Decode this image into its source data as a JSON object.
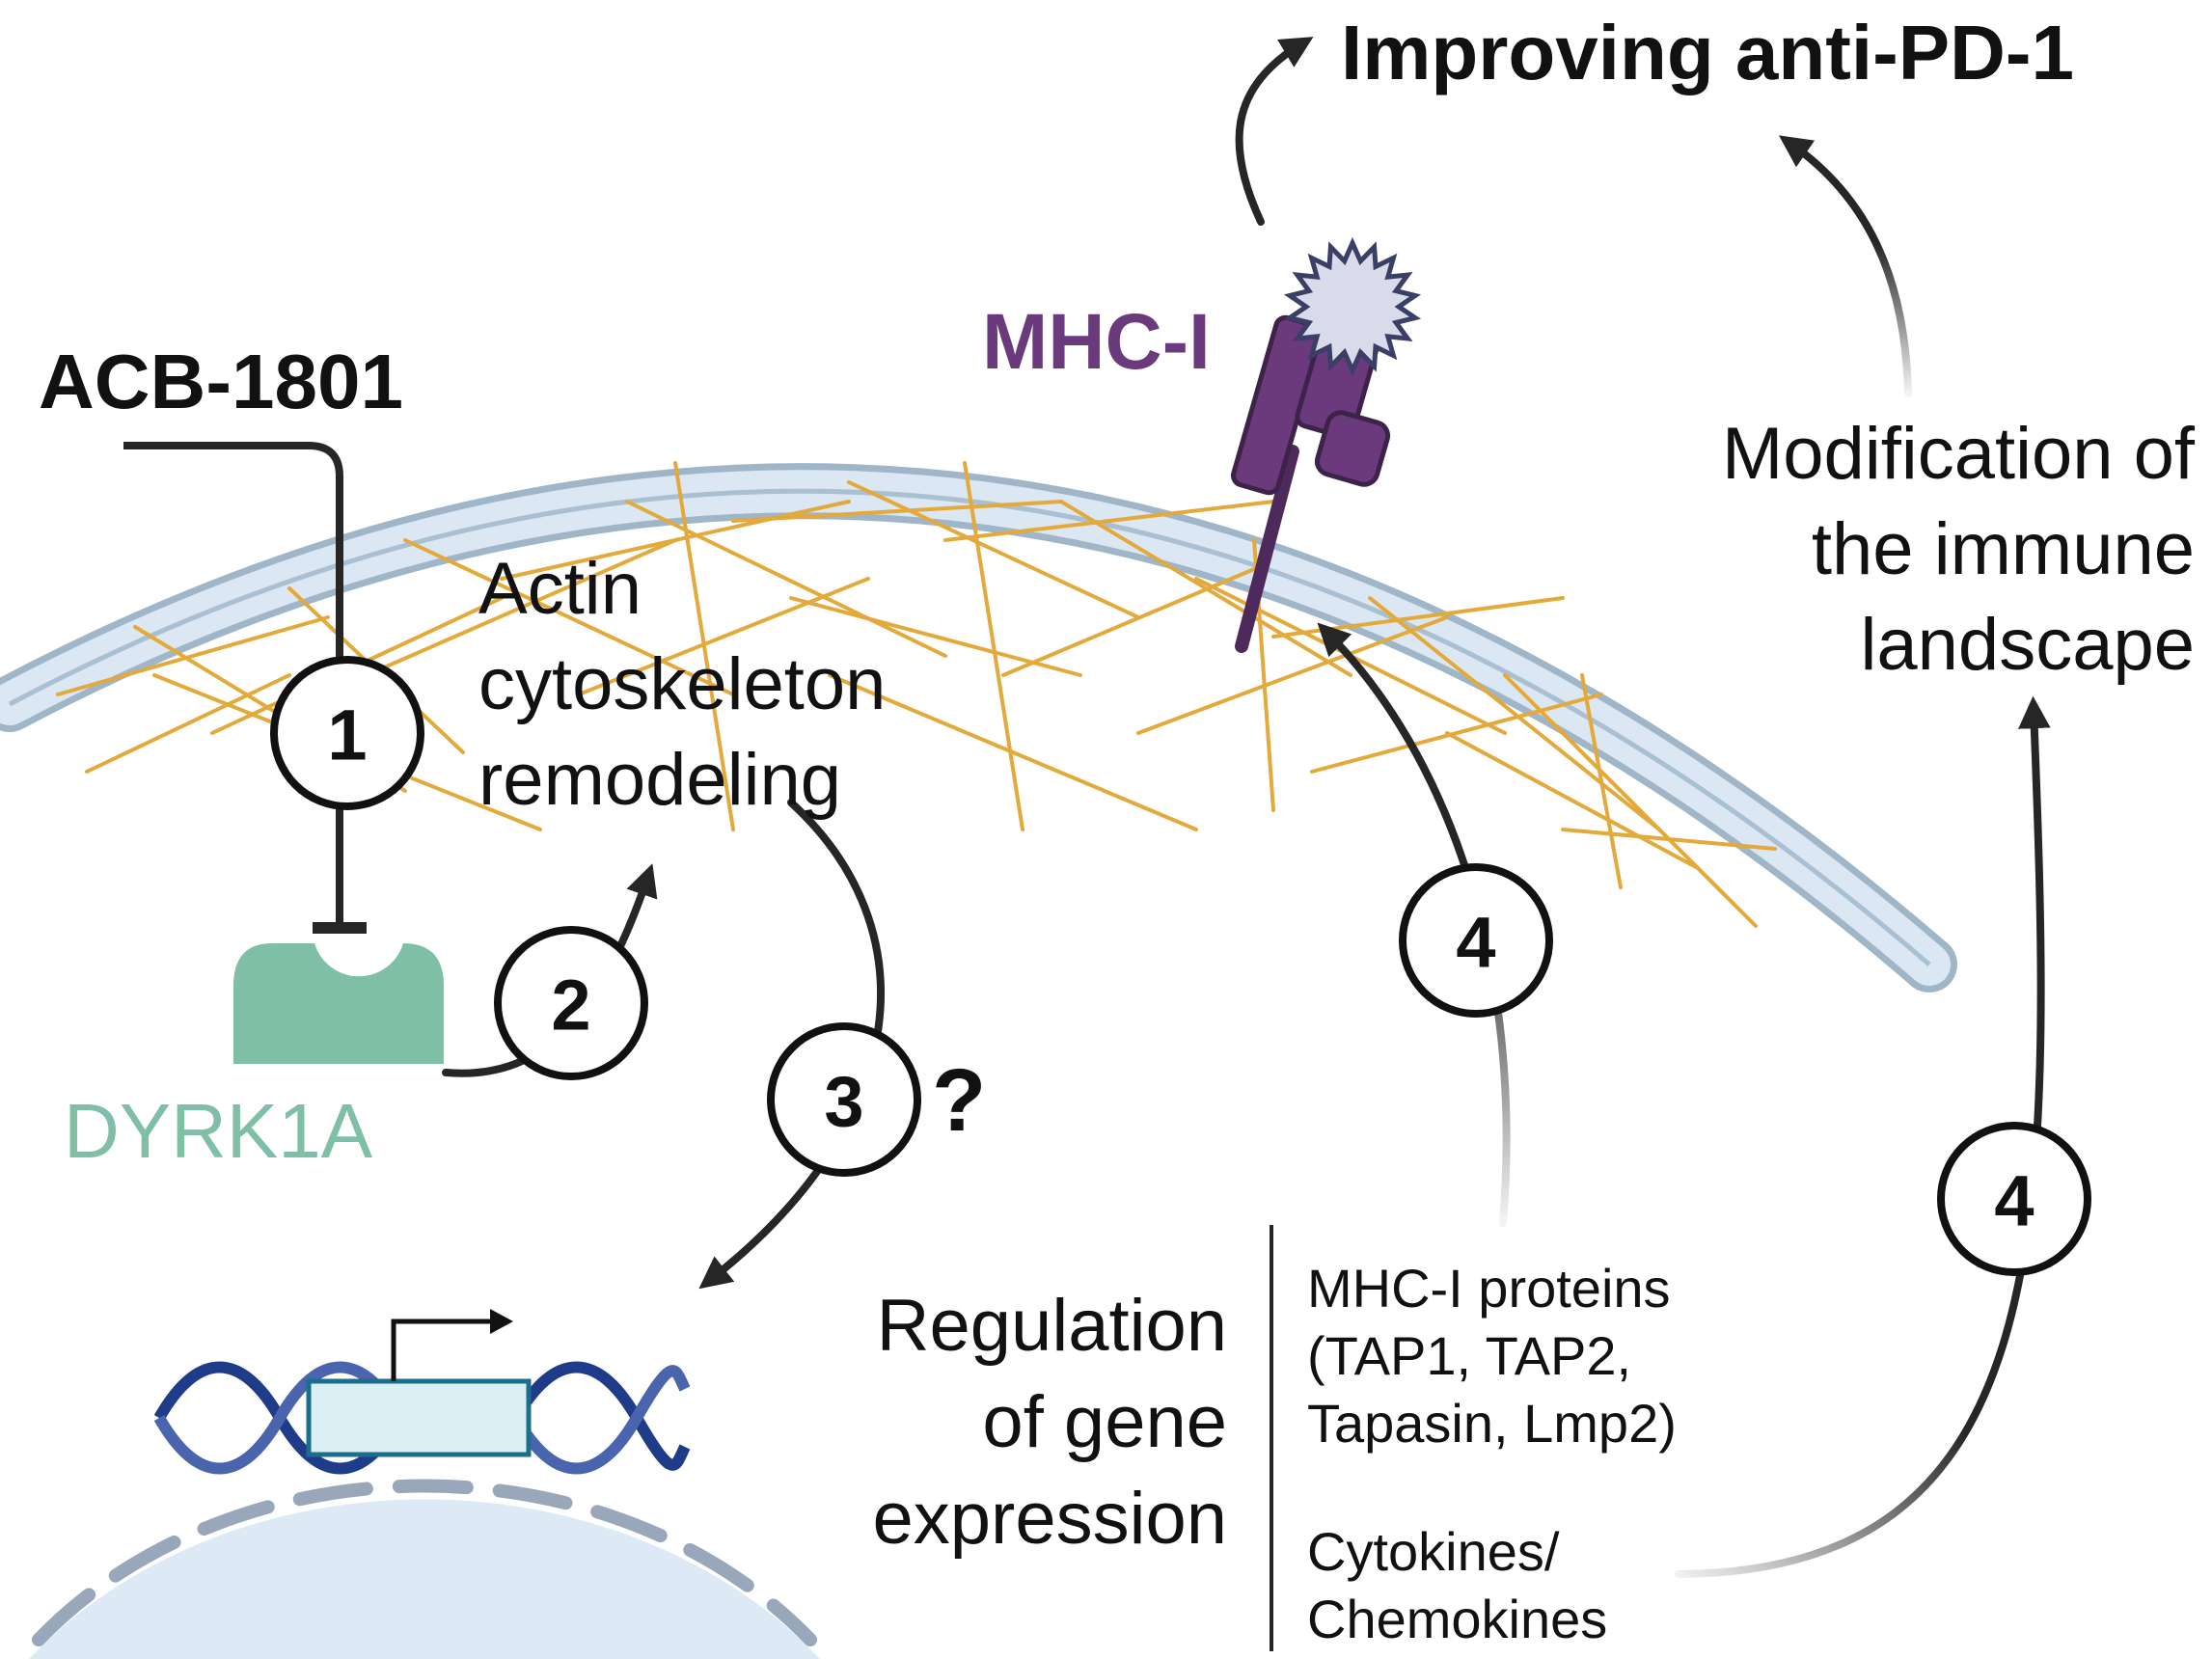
{
  "labels": {
    "title": "Improving anti-PD-1",
    "drug": "ACB-1801",
    "mhc": "MHC-I",
    "dyrk": "DYRK1A",
    "actin_1": "Actin",
    "actin_2": "cytoskeleton",
    "actin_3": "remodeling",
    "mod_1": "Modification of",
    "mod_2": "the immune",
    "mod_3": "landscape",
    "reg_1": "Regulation",
    "reg_2": "of gene",
    "reg_3": "expression",
    "prot_1": "MHC-I proteins",
    "prot_2": "(TAP1, TAP2,",
    "prot_3": "Tapasin, Lmp2)",
    "cyto_1": "Cytokines/",
    "cyto_2": "Chemokines",
    "question": "?"
  },
  "steps": {
    "s1": "1",
    "s2": "2",
    "s3": "3",
    "s4a": "4",
    "s4b": "4"
  },
  "colors": {
    "text": "#111111",
    "mhc_purple": "#6b3a7d",
    "dyrk_green": "#7fbfa6",
    "actin_gold": "#e3a93a",
    "membrane": "#bcd1e2",
    "nucleus": "#dde9f5",
    "dna": "#1f3c8a"
  }
}
